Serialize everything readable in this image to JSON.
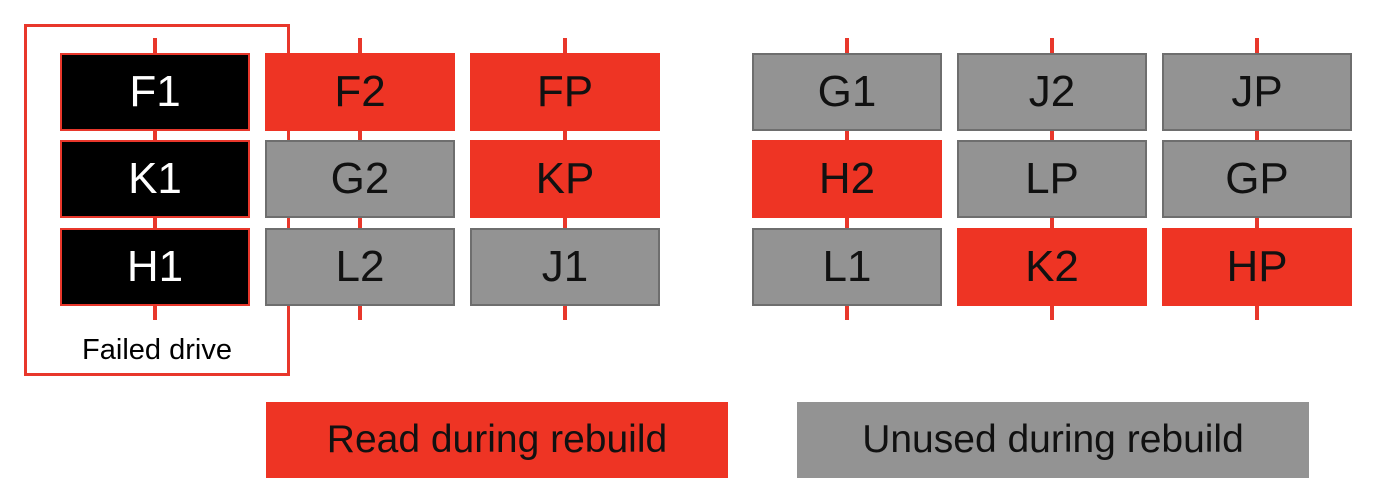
{
  "colors": {
    "read": "#ee3424",
    "unused": "#939393",
    "failed": "#000000",
    "accent_line": "#e8372b"
  },
  "failed_drive": {
    "label": "Failed drive"
  },
  "drive_groups": [
    {
      "drives": [
        {
          "blocks": [
            {
              "label": "F1",
              "status": "failed"
            },
            {
              "label": "K1",
              "status": "failed"
            },
            {
              "label": "H1",
              "status": "failed"
            }
          ]
        },
        {
          "blocks": [
            {
              "label": "F2",
              "status": "read"
            },
            {
              "label": "G2",
              "status": "unused"
            },
            {
              "label": "L2",
              "status": "unused"
            }
          ]
        },
        {
          "blocks": [
            {
              "label": "FP",
              "status": "read"
            },
            {
              "label": "KP",
              "status": "read"
            },
            {
              "label": "J1",
              "status": "unused"
            }
          ]
        }
      ]
    },
    {
      "drives": [
        {
          "blocks": [
            {
              "label": "G1",
              "status": "unused"
            },
            {
              "label": "H2",
              "status": "read"
            },
            {
              "label": "L1",
              "status": "unused"
            }
          ]
        },
        {
          "blocks": [
            {
              "label": "J2",
              "status": "unused"
            },
            {
              "label": "LP",
              "status": "unused"
            },
            {
              "label": "K2",
              "status": "read"
            }
          ]
        },
        {
          "blocks": [
            {
              "label": "JP",
              "status": "unused"
            },
            {
              "label": "GP",
              "status": "unused"
            },
            {
              "label": "HP",
              "status": "read"
            }
          ]
        }
      ]
    }
  ],
  "legend": {
    "read_label": "Read during rebuild",
    "unused_label": "Unused during rebuild"
  }
}
